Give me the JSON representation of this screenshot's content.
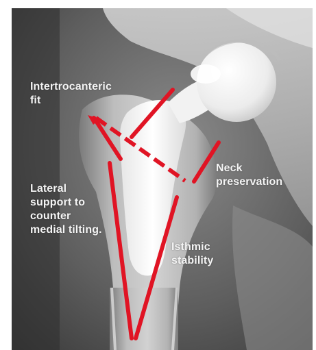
{
  "annotations": {
    "intertrochanteric_fit": "Intertrocanteric\nfit",
    "neck_preservation": "Neck\npreservation",
    "lateral_support": "Lateral\nsupport to\ncounter\nmedial tilting.",
    "isthmic_stability": "Isthmic\nstability"
  },
  "colors": {
    "annotation_line": "#e01424",
    "label_text": "#f4f4f4"
  }
}
